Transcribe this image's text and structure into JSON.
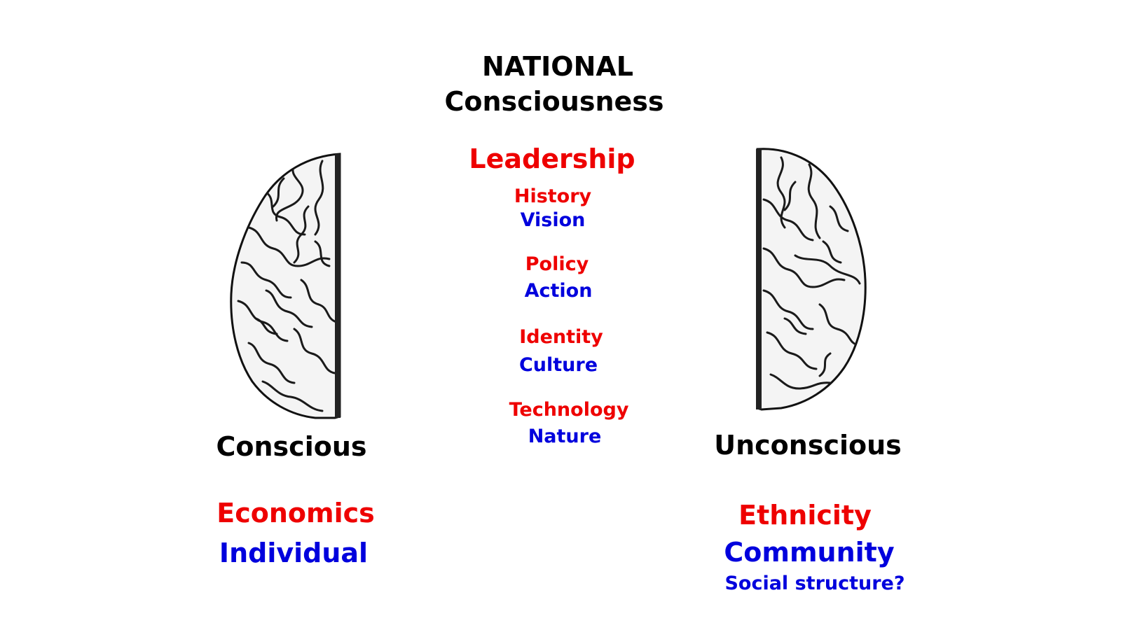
{
  "title": {
    "line1": "NATIONAL",
    "line2": "Consciousness"
  },
  "center": {
    "leadership": "Leadership",
    "pairs": [
      {
        "red": "History",
        "blue": "Vision"
      },
      {
        "red": "Policy",
        "blue": "Action"
      },
      {
        "red": "Identity",
        "blue": "Culture"
      },
      {
        "red": "Technology",
        "blue": "Nature"
      }
    ]
  },
  "left": {
    "label": "Conscious",
    "red": "Economics",
    "blue": "Individual"
  },
  "right": {
    "label": "Unconscious",
    "red": "Ethnicity",
    "blue": "Community",
    "extra": "Social structure?"
  },
  "colors": {
    "red": "#ee0000",
    "blue": "#0000dd",
    "text": "#000000"
  },
  "icons": {
    "left": "left-brain-hemisphere-icon",
    "right": "right-brain-hemisphere-icon"
  }
}
